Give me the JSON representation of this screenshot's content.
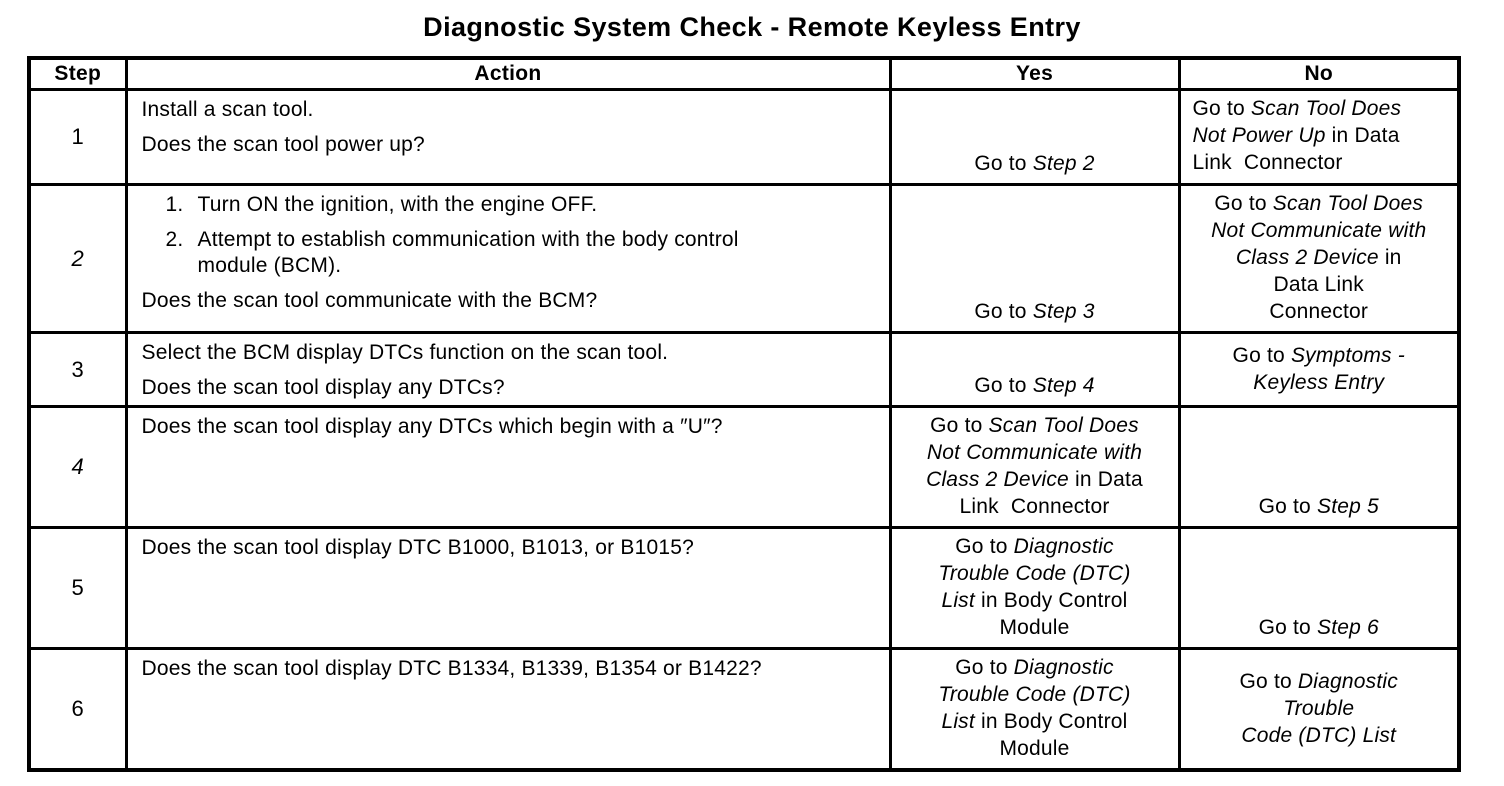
{
  "title": "Diagnostic System Check - Remote Keyless Entry",
  "table": {
    "columns": [
      "Step",
      "Action",
      "Yes",
      "No"
    ],
    "rows": [
      {
        "step": "1",
        "action": [
          {
            "t": "Install a scan tool."
          },
          {
            "t": "Does the scan tool power up?"
          }
        ],
        "yes": [
          [
            {
              "t": "Go to "
            },
            {
              "t": "Step 2",
              "i": 1
            }
          ]
        ],
        "no": [
          [
            {
              "t": "Go to "
            },
            {
              "t": "Scan Tool Does",
              "i": 1
            }
          ],
          [
            {
              "t": "Not Power Up",
              "i": 1
            },
            {
              "t": " in Data"
            }
          ],
          [
            {
              "t": "Link  Connector"
            }
          ]
        ]
      },
      {
        "step": "2",
        "action": [
          {
            "n": "1.",
            "t": "Turn ON the ignition, with the engine OFF."
          },
          {
            "n": "2.",
            "t": "Attempt to establish communication with the body control\nmodule (BCM)."
          },
          {
            "t": "Does the scan tool communicate with the BCM?"
          }
        ],
        "yes": [
          [
            {
              "t": "Go to "
            },
            {
              "t": "Step 3",
              "i": 1
            }
          ]
        ],
        "no": [
          [
            {
              "t": "Go to "
            },
            {
              "t": "Scan Tool Does",
              "i": 1
            }
          ],
          [
            {
              "t": "Not Communicate with",
              "i": 1
            }
          ],
          [
            {
              "t": "Class 2 Device",
              "i": 1
            },
            {
              "t": " in"
            }
          ],
          [
            {
              "t": "Data Link"
            }
          ],
          [
            {
              "t": "Connector"
            }
          ]
        ]
      },
      {
        "step": "3",
        "action": [
          {
            "t": "Select the BCM display DTCs function on the scan tool."
          },
          {
            "t": "Does the scan tool display any DTCs?"
          }
        ],
        "yes": [
          [
            {
              "t": "Go to "
            },
            {
              "t": "Step 4",
              "i": 1
            }
          ]
        ],
        "no": [
          [
            {
              "t": "Go to "
            },
            {
              "t": "Symptoms -",
              "i": 1
            }
          ],
          [
            {
              "t": "Keyless Entry",
              "i": 1
            }
          ]
        ]
      },
      {
        "step": "4",
        "action": [
          {
            "t": "Does the scan tool display any DTCs which begin with a ″U″?"
          }
        ],
        "yes": [
          [
            {
              "t": "Go to "
            },
            {
              "t": "Scan Tool Does",
              "i": 1
            }
          ],
          [
            {
              "t": "Not Communicate with",
              "i": 1
            }
          ],
          [
            {
              "t": "Class 2 Device",
              "i": 1
            },
            {
              "t": " in Data"
            }
          ],
          [
            {
              "t": "Link  Connector"
            }
          ]
        ],
        "no": [
          [
            {
              "t": "Go to "
            },
            {
              "t": "Step 5",
              "i": 1
            }
          ]
        ]
      },
      {
        "step": "5",
        "action": [
          {
            "t": "Does the scan tool display DTC B1000, B1013, or B1015?"
          }
        ],
        "yes": [
          [
            {
              "t": "Go to "
            },
            {
              "t": "Diagnostic",
              "i": 1
            }
          ],
          [
            {
              "t": "Trouble Code (DTC)",
              "i": 1
            }
          ],
          [
            {
              "t": "List",
              "i": 1
            },
            {
              "t": " in Body Control"
            }
          ],
          [
            {
              "t": "Module"
            }
          ]
        ],
        "no": [
          [
            {
              "t": "Go to "
            },
            {
              "t": "Step 6",
              "i": 1
            }
          ]
        ]
      },
      {
        "step": "6",
        "action": [
          {
            "t": "Does the scan tool display DTC B1334, B1339, B1354 or B1422?"
          }
        ],
        "yes": [
          [
            {
              "t": "Go to "
            },
            {
              "t": "Diagnostic",
              "i": 1
            }
          ],
          [
            {
              "t": "Trouble Code (DTC)",
              "i": 1
            }
          ],
          [
            {
              "t": "List",
              "i": 1
            },
            {
              "t": " in Body Control"
            }
          ],
          [
            {
              "t": "Module"
            }
          ]
        ],
        "no": [
          [
            {
              "t": "Go to "
            },
            {
              "t": "Diagnostic",
              "i": 1
            }
          ],
          [
            {
              "t": "Trouble",
              "i": 1
            }
          ],
          [
            {
              "t": "Code (DTC) List",
              "i": 1
            }
          ]
        ]
      }
    ]
  }
}
